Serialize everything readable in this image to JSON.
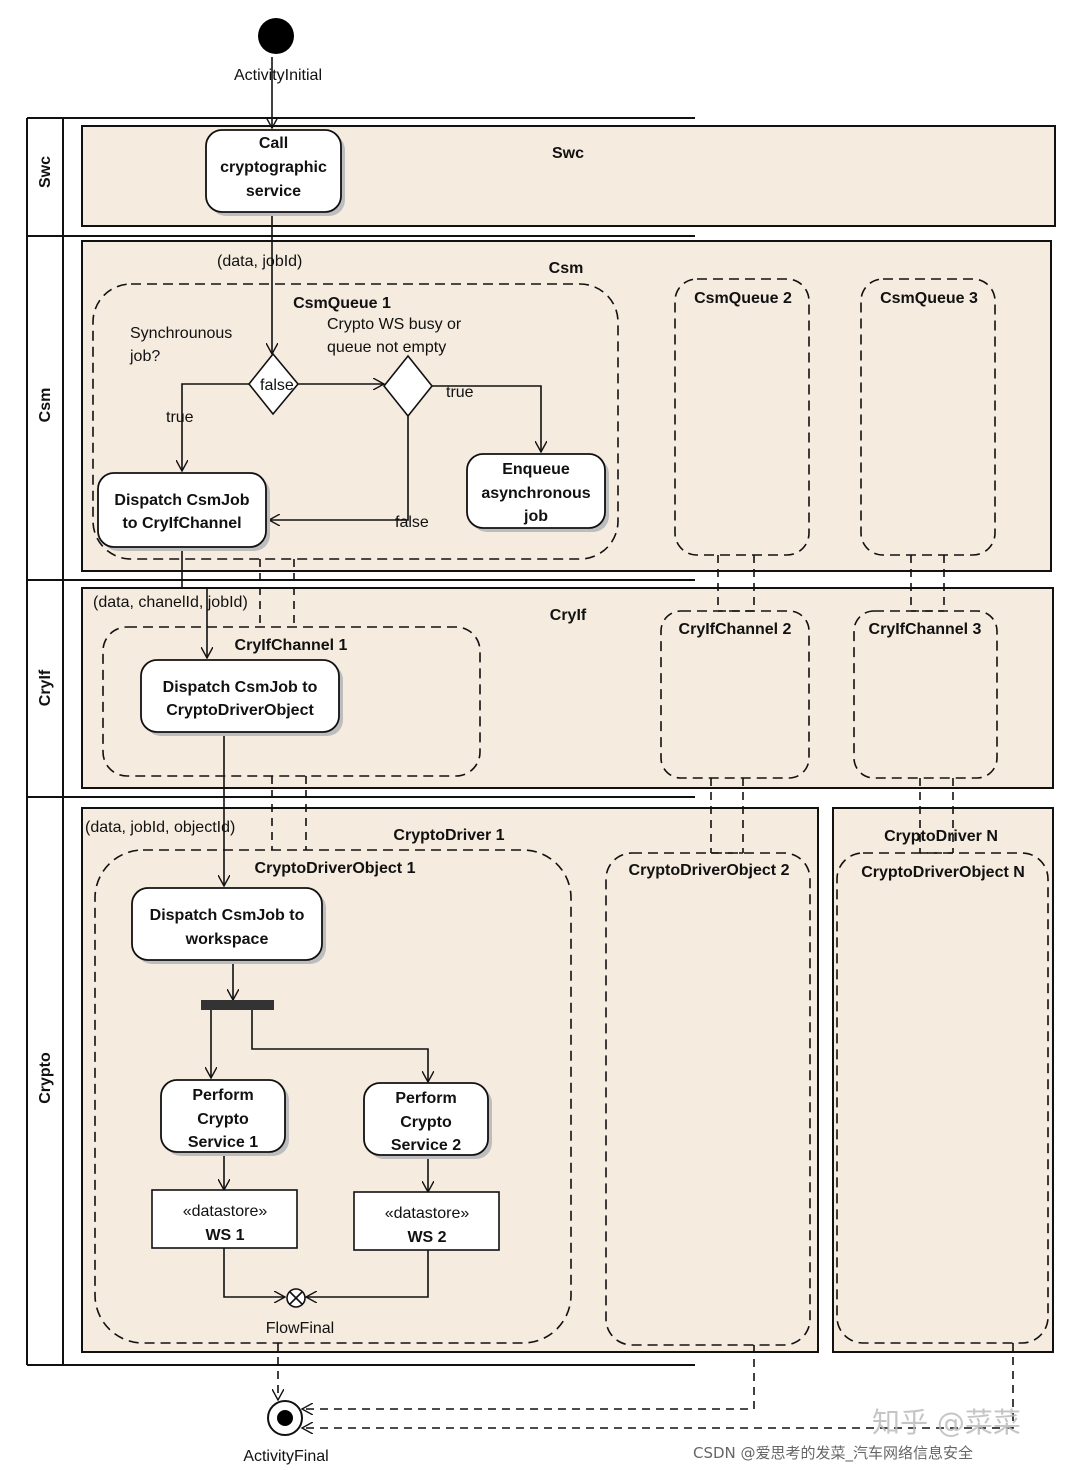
{
  "colors": {
    "zone_fill": "#f5ebdf",
    "stroke": "#111111"
  },
  "initial_node_label": "ActivityInitial",
  "final_node_label": "ActivityFinal",
  "flow_final_label": "FlowFinal",
  "lanes": [
    {
      "label": "Swc",
      "partition_title": "Swc"
    },
    {
      "label": "Csm",
      "partition_title": "Csm"
    },
    {
      "label": "CryIf",
      "partition_title": "CryIf"
    },
    {
      "label": "Crypto",
      "partition_title": "CryptoDriver 1",
      "secondary_partition_title": "CryptoDriver N"
    }
  ],
  "regions": {
    "csm_queue_1": "CsmQueue 1",
    "csm_queue_2": "CsmQueue 2",
    "csm_queue_3": "CsmQueue 3",
    "cryif_channel_1": "CryIfChannel 1",
    "cryif_channel_2": "CryIfChannel 2",
    "cryif_channel_3": "CryIfChannel 3",
    "crypto_driver_object_1": "CryptoDriverObject 1",
    "crypto_driver_object_2": "CryptoDriverObject 2",
    "crypto_driver_object_n": "CryptoDriverObject N"
  },
  "actions": {
    "call_service": [
      "Call",
      "cryptographic",
      "service"
    ],
    "dispatch_to_channel": [
      "Dispatch CsmJob",
      "to CryIfChannel"
    ],
    "enqueue_job": [
      "Enqueue",
      "asynchronous",
      "job"
    ],
    "dispatch_to_driver": [
      "Dispatch CsmJob  to",
      "CryptoDriverObject"
    ],
    "dispatch_to_workspace": [
      "Dispatch CsmJob to",
      "workspace"
    ],
    "perform_service_1": [
      "Perform",
      "Crypto",
      "Service 1"
    ],
    "perform_service_2": [
      "Perform",
      "Crypto",
      "Service 2"
    ]
  },
  "datastores": [
    {
      "stereotype": "«datastore»",
      "name": "WS 1"
    },
    {
      "stereotype": "«datastore»",
      "name": "WS 2"
    }
  ],
  "flow_labels": {
    "swc_to_csm": "(data, jobId)",
    "csm_to_cryif": "(data, chanelId, jobId)",
    "cryif_to_crypto": "(data, jobId, objectId)",
    "sync_question": [
      "Synchrounous",
      "job?"
    ],
    "busy_question": [
      "Crypto WS busy or",
      "queue not empty"
    ],
    "true_label": "true",
    "false_label": "false"
  },
  "watermark": {
    "logo": "知乎 @菜菜",
    "caption": "CSDN @爱思考的发菜_汽车网络信息安全"
  }
}
